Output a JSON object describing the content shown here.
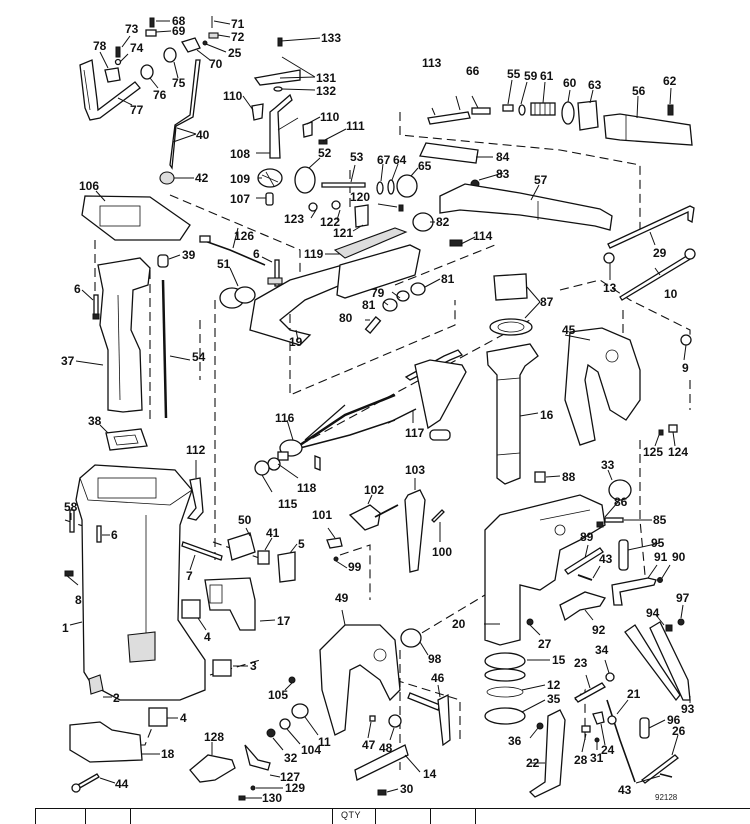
{
  "diagram": {
    "title": "Midsection exploded parts diagram",
    "figure_number": "92128",
    "table_header": {
      "qty_label": "QTY"
    },
    "callouts": [
      {
        "id": "68",
        "text": "68"
      },
      {
        "id": "69",
        "text": "69"
      },
      {
        "id": "71",
        "text": "71"
      },
      {
        "id": "72",
        "text": "72"
      },
      {
        "id": "73",
        "text": "73"
      },
      {
        "id": "74",
        "text": "74"
      },
      {
        "id": "78",
        "text": "78"
      },
      {
        "id": "25",
        "text": "25"
      },
      {
        "id": "70",
        "text": "70"
      },
      {
        "id": "75",
        "text": "75"
      },
      {
        "id": "76",
        "text": "76"
      },
      {
        "id": "77",
        "text": "77"
      },
      {
        "id": "40",
        "text": "40"
      },
      {
        "id": "42",
        "text": "42"
      },
      {
        "id": "133",
        "text": "133"
      },
      {
        "id": "131",
        "text": "131"
      },
      {
        "id": "132",
        "text": "132"
      },
      {
        "id": "110a",
        "text": "110"
      },
      {
        "id": "110b",
        "text": "110"
      },
      {
        "id": "111",
        "text": "111"
      },
      {
        "id": "108",
        "text": "108"
      },
      {
        "id": "109",
        "text": "109"
      },
      {
        "id": "107",
        "text": "107"
      },
      {
        "id": "52",
        "text": "52"
      },
      {
        "id": "53",
        "text": "53"
      },
      {
        "id": "67",
        "text": "67"
      },
      {
        "id": "64",
        "text": "64"
      },
      {
        "id": "65",
        "text": "65"
      },
      {
        "id": "113",
        "text": "113"
      },
      {
        "id": "66",
        "text": "66"
      },
      {
        "id": "55",
        "text": "55"
      },
      {
        "id": "59",
        "text": "59"
      },
      {
        "id": "61",
        "text": "61"
      },
      {
        "id": "60",
        "text": "60"
      },
      {
        "id": "63",
        "text": "63"
      },
      {
        "id": "62",
        "text": "62"
      },
      {
        "id": "56",
        "text": "56"
      },
      {
        "id": "84",
        "text": "84"
      },
      {
        "id": "83",
        "text": "83"
      },
      {
        "id": "57",
        "text": "57"
      },
      {
        "id": "106",
        "text": "106"
      },
      {
        "id": "39",
        "text": "39"
      },
      {
        "id": "126",
        "text": "126"
      },
      {
        "id": "6a",
        "text": "6"
      },
      {
        "id": "51",
        "text": "51"
      },
      {
        "id": "6b",
        "text": "6"
      },
      {
        "id": "37",
        "text": "37"
      },
      {
        "id": "54",
        "text": "54"
      },
      {
        "id": "38",
        "text": "38"
      },
      {
        "id": "123",
        "text": "123"
      },
      {
        "id": "122",
        "text": "122"
      },
      {
        "id": "120",
        "text": "120"
      },
      {
        "id": "121",
        "text": "121"
      },
      {
        "id": "119",
        "text": "119"
      },
      {
        "id": "82",
        "text": "82"
      },
      {
        "id": "114",
        "text": "114"
      },
      {
        "id": "81a",
        "text": "81"
      },
      {
        "id": "79",
        "text": "79"
      },
      {
        "id": "81b",
        "text": "81"
      },
      {
        "id": "80",
        "text": "80"
      },
      {
        "id": "19",
        "text": "19"
      },
      {
        "id": "29",
        "text": "29"
      },
      {
        "id": "13",
        "text": "13"
      },
      {
        "id": "10",
        "text": "10"
      },
      {
        "id": "87",
        "text": "87"
      },
      {
        "id": "45",
        "text": "45"
      },
      {
        "id": "9",
        "text": "9"
      },
      {
        "id": "16",
        "text": "16"
      },
      {
        "id": "125",
        "text": "125"
      },
      {
        "id": "124",
        "text": "124"
      },
      {
        "id": "116",
        "text": "116"
      },
      {
        "id": "117",
        "text": "117"
      },
      {
        "id": "118",
        "text": "118"
      },
      {
        "id": "115",
        "text": "115"
      },
      {
        "id": "112",
        "text": "112"
      },
      {
        "id": "103",
        "text": "103"
      },
      {
        "id": "102",
        "text": "102"
      },
      {
        "id": "101",
        "text": "101"
      },
      {
        "id": "100",
        "text": "100"
      },
      {
        "id": "99",
        "text": "99"
      },
      {
        "id": "88",
        "text": "88"
      },
      {
        "id": "33",
        "text": "33"
      },
      {
        "id": "86",
        "text": "86"
      },
      {
        "id": "85",
        "text": "85"
      },
      {
        "id": "89",
        "text": "89"
      },
      {
        "id": "95",
        "text": "95"
      },
      {
        "id": "91",
        "text": "91"
      },
      {
        "id": "90",
        "text": "90"
      },
      {
        "id": "43a",
        "text": "43"
      },
      {
        "id": "58",
        "text": "58"
      },
      {
        "id": "6c",
        "text": "6"
      },
      {
        "id": "50",
        "text": "50"
      },
      {
        "id": "41",
        "text": "41"
      },
      {
        "id": "5",
        "text": "5"
      },
      {
        "id": "7",
        "text": "7"
      },
      {
        "id": "8",
        "text": "8"
      },
      {
        "id": "17",
        "text": "17"
      },
      {
        "id": "4a",
        "text": "4"
      },
      {
        "id": "1",
        "text": "1"
      },
      {
        "id": "3",
        "text": "3"
      },
      {
        "id": "49",
        "text": "49"
      },
      {
        "id": "98",
        "text": "98"
      },
      {
        "id": "20",
        "text": "20"
      },
      {
        "id": "27",
        "text": "27"
      },
      {
        "id": "92",
        "text": "92"
      },
      {
        "id": "97",
        "text": "97"
      },
      {
        "id": "94",
        "text": "94"
      },
      {
        "id": "15",
        "text": "15"
      },
      {
        "id": "34",
        "text": "34"
      },
      {
        "id": "23",
        "text": "23"
      },
      {
        "id": "12",
        "text": "12"
      },
      {
        "id": "35",
        "text": "35"
      },
      {
        "id": "46",
        "text": "46"
      },
      {
        "id": "105",
        "text": "105"
      },
      {
        "id": "11",
        "text": "11"
      },
      {
        "id": "104",
        "text": "104"
      },
      {
        "id": "32",
        "text": "32"
      },
      {
        "id": "47",
        "text": "47"
      },
      {
        "id": "48",
        "text": "48"
      },
      {
        "id": "14",
        "text": "14"
      },
      {
        "id": "30",
        "text": "30"
      },
      {
        "id": "2",
        "text": "2"
      },
      {
        "id": "4b",
        "text": "4"
      },
      {
        "id": "18",
        "text": "18"
      },
      {
        "id": "44",
        "text": "44"
      },
      {
        "id": "128",
        "text": "128"
      },
      {
        "id": "127",
        "text": "127"
      },
      {
        "id": "129",
        "text": "129"
      },
      {
        "id": "130",
        "text": "130"
      },
      {
        "id": "36",
        "text": "36"
      },
      {
        "id": "22",
        "text": "22"
      },
      {
        "id": "28",
        "text": "28"
      },
      {
        "id": "31",
        "text": "31"
      },
      {
        "id": "24",
        "text": "24"
      },
      {
        "id": "21",
        "text": "21"
      },
      {
        "id": "93",
        "text": "93"
      },
      {
        "id": "96",
        "text": "96"
      },
      {
        "id": "26",
        "text": "26"
      },
      {
        "id": "43b",
        "text": "43"
      }
    ]
  }
}
